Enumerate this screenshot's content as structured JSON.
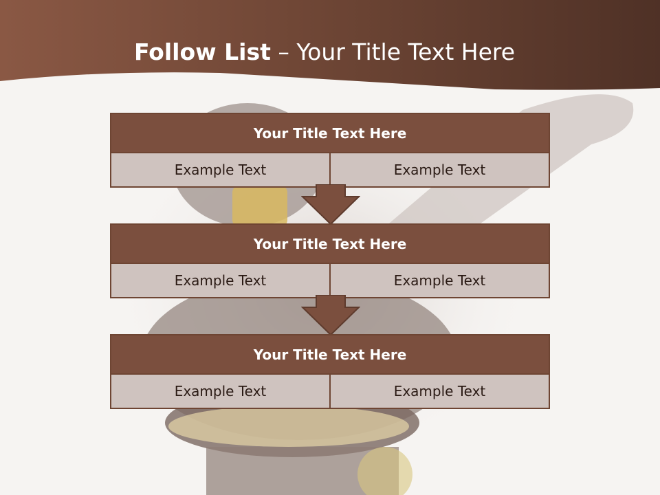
{
  "slide": {
    "title_bold": "Follow List",
    "title_rest": "Your Title Text Here",
    "separator": "–"
  },
  "blocks": [
    {
      "title": "Your Title Text Here",
      "left": "Example Text",
      "right": "Example Text"
    },
    {
      "title": "Your Title Text Here",
      "left": "Example Text",
      "right": "Example Text"
    },
    {
      "title": "Your Title Text Here",
      "left": "Example Text",
      "right": "Example Text"
    }
  ],
  "colors": {
    "header_brown": "#6b4536",
    "box_title_brown": "#7b4f3e",
    "cell_fill": "#cfc3bf",
    "background": "#f6f4f2"
  }
}
